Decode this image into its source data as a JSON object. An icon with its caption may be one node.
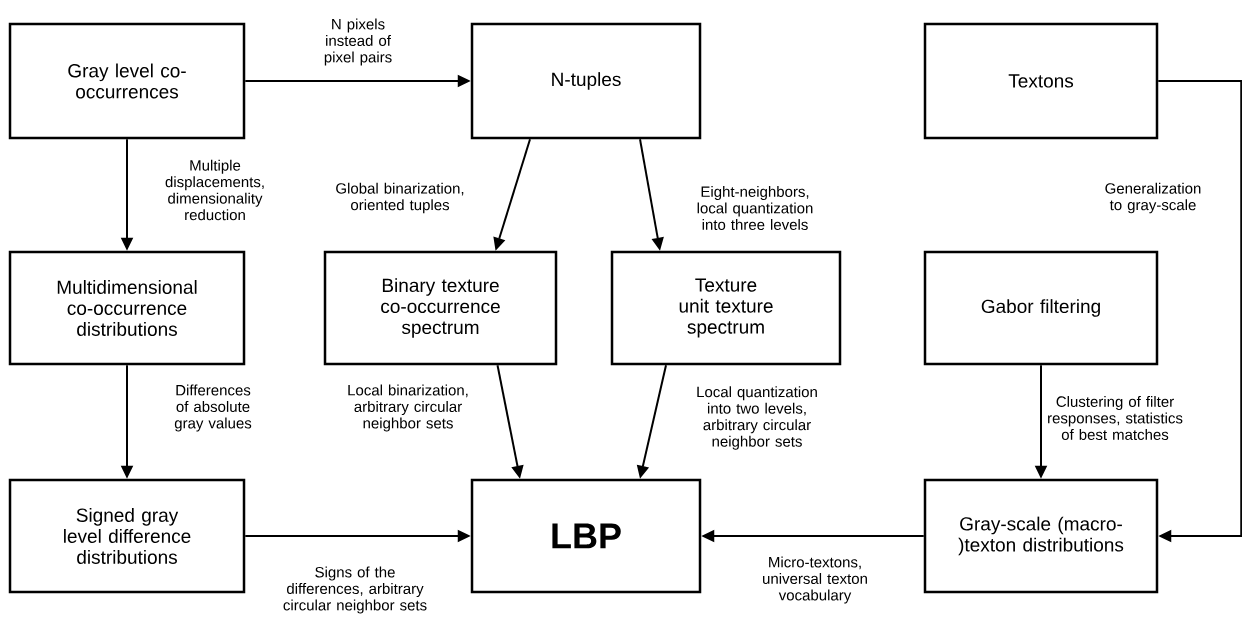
{
  "diagram": {
    "nodes": [
      {
        "text": [
          "Gray level co-occurrences"
        ]
      },
      {
        "text": [
          "N-tuples"
        ]
      },
      {
        "text": [
          "Textons"
        ]
      },
      {
        "text": [
          "Multidimensional co-occurrence distributions"
        ]
      },
      {
        "text": [
          "Binary texture co-occurrence spectrum"
        ]
      },
      {
        "text": [
          "Texture unit texture spectrum"
        ]
      },
      {
        "text": [
          "Gabor filtering"
        ]
      },
      {
        "text": [
          "Signed gray level difference distributions"
        ]
      },
      {
        "text": [
          "LBP"
        ]
      },
      {
        "text": [
          "Gray-scale (macro-)texton distributions"
        ]
      }
    ],
    "edges": [
      {
        "from": 0,
        "to": 1,
        "arrow": "to",
        "label": "N pixels instead of pixel pairs"
      },
      {
        "from": 0,
        "to": 3,
        "arrow": "to",
        "label": "Multiple displacements, dimensionality reduction"
      },
      {
        "from": 1,
        "to": 4,
        "arrow": "to",
        "label": "Global binarization, oriented tuples"
      },
      {
        "from": 1,
        "to": 5,
        "arrow": "to",
        "label": "Eight-neighbors, local quantization into three levels"
      },
      {
        "from": 2,
        "to": 9,
        "arrow": "to",
        "label": "Generalization to gray-scale"
      },
      {
        "from": 3,
        "to": 7,
        "arrow": "to",
        "label": "Differences of absolute gray values"
      },
      {
        "from": 4,
        "to": 8,
        "arrow": "to",
        "label": "Local binarization, arbitrary circular neighbor sets"
      },
      {
        "from": 5,
        "to": 8,
        "arrow": "to",
        "label": "Local quantization into two levels, arbitrary circular neighbor sets"
      },
      {
        "from": 6,
        "to": 9,
        "arrow": "to",
        "label": "Clustering of filter responses, statistics of best matches"
      },
      {
        "from": 7,
        "to": 8,
        "arrow": "to",
        "label": "Signs of the differences, arbitrary circular neighbor sets"
      },
      {
        "from": 9,
        "to": 8,
        "arrow": "to",
        "label": "Micro-textons, universal texton vocabulary"
      }
    ]
  }
}
